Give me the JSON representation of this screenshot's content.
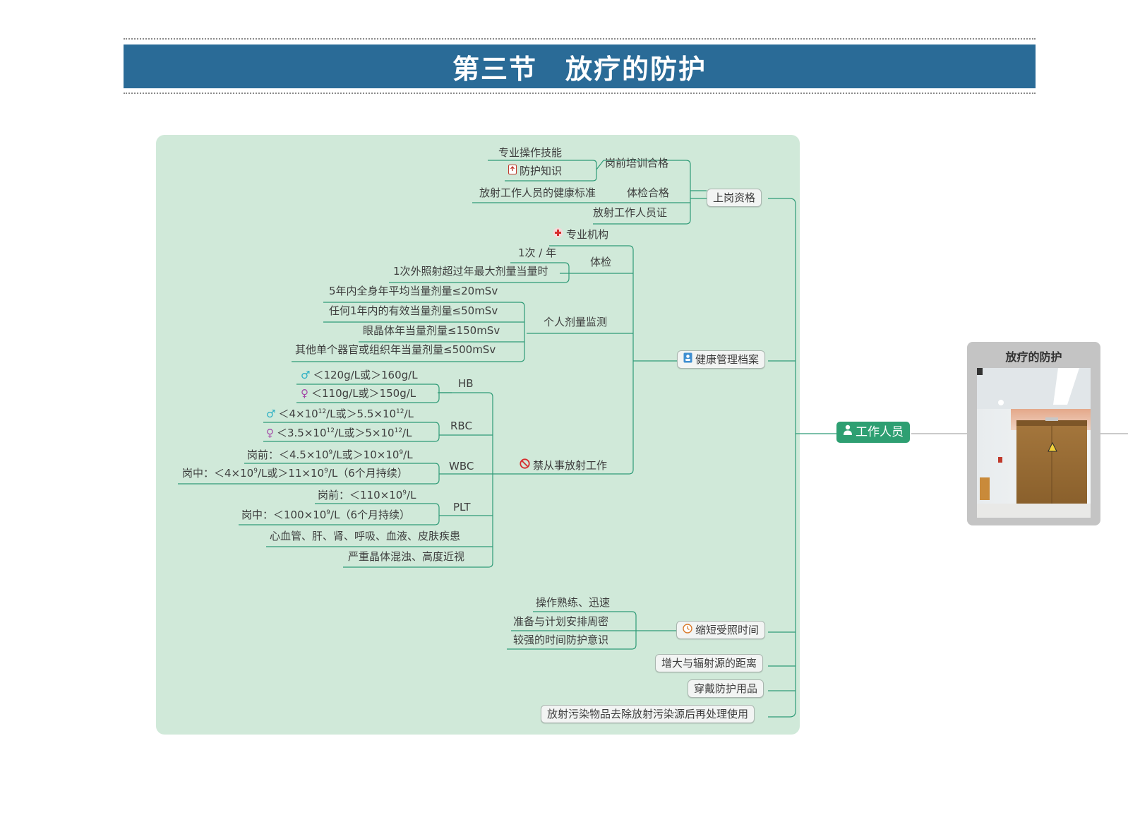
{
  "page_title": "第三节　放疗的防护",
  "root": {
    "label": "工作人员",
    "icon": "person-icon"
  },
  "card": {
    "title": "放疗的防护",
    "image": "radiotherapy-room-lead-door-photo"
  },
  "sections": {
    "qualification": {
      "label": "上岗资格",
      "pre_training": {
        "label": "岗前培训合格",
        "items": [
          "专业操作技能",
          "防护知识"
        ],
        "icon": "shield-card-icon"
      },
      "physical_exam": {
        "label": "体检合格",
        "items": [
          "放射工作人员的健康标准"
        ]
      },
      "certificate": "放射工作人员证"
    },
    "health_file": {
      "label": "健康管理档案",
      "icon": "id-card-icon",
      "institution": {
        "label": "专业机构",
        "icon": "red-cross-icon"
      },
      "checkup": {
        "label": "体检",
        "items": [
          "1次 / 年",
          "1次外照射超过年最大剂量当量时"
        ]
      },
      "dose_monitor": {
        "label": "个人剂量监测",
        "items": [
          "5年内全身年平均当量剂量≤20mSv",
          "任何1年内的有效当量剂量≤50mSv",
          "眼晶体年当量剂量≤150mSv",
          "其他单个器官或组织年当量剂量≤500mSv"
        ]
      },
      "prohibited": {
        "label": "禁从事放射工作",
        "icon": "no-entry-icon",
        "hb": {
          "label": "HB",
          "male": "＜120g/L或＞160g/L",
          "female": "＜110g/L或＞150g/L"
        },
        "rbc": {
          "label": "RBC",
          "male": {
            "a": "＜4×10",
            "a_exp": "12",
            "b": "/L或＞5.5×10",
            "b_exp": "12",
            "c": "/L"
          },
          "female": {
            "a": "＜3.5×10",
            "a_exp": "12",
            "b": "/L或＞5×10",
            "b_exp": "12",
            "c": "/L"
          }
        },
        "wbc": {
          "label": "WBC",
          "pre": {
            "a": "岗前：＜4.5×10",
            "a_exp": "9",
            "b": "/L或＞10×10",
            "b_exp": "9",
            "c": "/L"
          },
          "during": {
            "a": "岗中：＜4×10",
            "a_exp": "9",
            "b": "/L或＞11×10",
            "b_exp": "9",
            "c": "/L（6个月持续）"
          }
        },
        "plt": {
          "label": "PLT",
          "pre": {
            "a": "岗前：＜110×10",
            "a_exp": "9",
            "c": "/L"
          },
          "during": {
            "a": "岗中：＜100×10",
            "a_exp": "9",
            "c": "/L（6个月持续）"
          }
        },
        "diseases": "心血管、肝、肾、呼吸、血液、皮肤疾患",
        "eyes": "严重晶体混浊、高度近视"
      }
    },
    "time": {
      "label": "缩短受照时间",
      "icon": "clock-icon",
      "items": [
        "操作熟练、迅速",
        "准备与计划安排周密",
        "较强的时间防护意识"
      ]
    },
    "distance": "增大与辐射源的距离",
    "protective_gear": "穿戴防护用品",
    "decontamination": "放射污染物品去除放射污染源后再处理使用"
  },
  "colors": {
    "title_bar": "#2a6b97",
    "panel": "#d0e9d9",
    "line": "#2f9b77",
    "root": "#2e9f72",
    "male_symbol": "#2eb0c4",
    "female_symbol": "#a44aa8"
  }
}
